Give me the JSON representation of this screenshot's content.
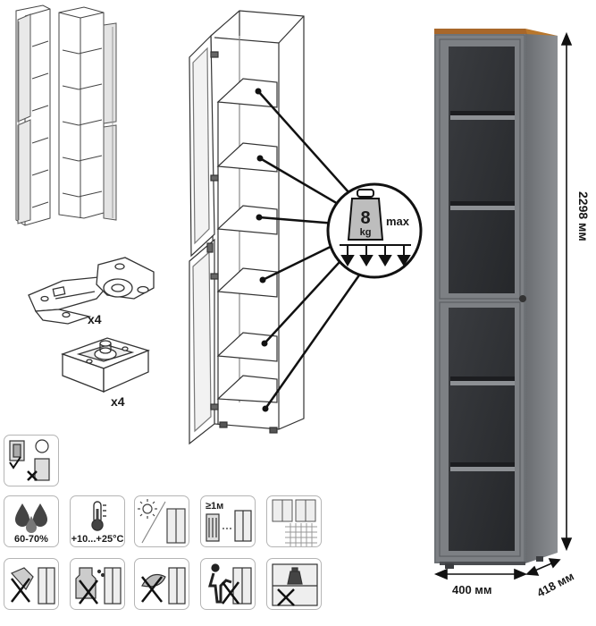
{
  "weight_limit": {
    "value": "8",
    "unit": "kg",
    "suffix": "max"
  },
  "accessories": [
    {
      "name": "hinge",
      "quantity": "x4"
    },
    {
      "name": "furniture-foot",
      "quantity": "x4"
    }
  ],
  "dimensions": {
    "height": "2298 мм",
    "width": "400 мм",
    "depth": "418 мм"
  },
  "conditions": {
    "humidity": "60-70%",
    "temperature": "+10...+25",
    "temperature_unit": "°C",
    "heater_distance": "≥1м"
  },
  "colors": {
    "body": "#7d8084",
    "body_dark": "#5c5f63",
    "top": "#b9772c",
    "glass": "#2e3033",
    "line": "#222222"
  },
  "icons": [
    "assembly-check-icon",
    "humidity-icon",
    "temperature-icon",
    "no-direct-sunlight-icon",
    "heater-distance-icon",
    "cabinet-fitting-icon",
    "no-wet-cleaning-icon",
    "no-chemicals-icon",
    "no-abrasives-icon",
    "no-climbing-icon",
    "no-overload-icon"
  ]
}
